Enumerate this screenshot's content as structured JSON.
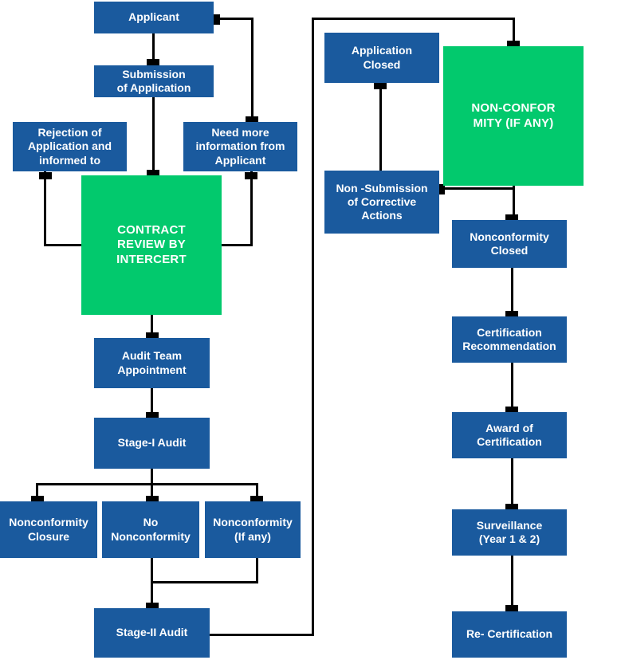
{
  "diagram": {
    "type": "flowchart",
    "colors": {
      "node_blue": "#1a5a9e",
      "node_green": "#02c96d",
      "line_black": "#000000",
      "text_white": "#ffffff",
      "background": "#ffffff"
    },
    "nodes": [
      {
        "id": "applicant",
        "label": "Applicant",
        "color": "blue"
      },
      {
        "id": "submission",
        "label": "Submission\nof Application",
        "color": "blue"
      },
      {
        "id": "rejection",
        "label": "Rejection of\nApplication and\ninformed to",
        "color": "blue"
      },
      {
        "id": "need-more-info",
        "label": "Need more\ninformation from\nApplicant",
        "color": "blue"
      },
      {
        "id": "contract-review",
        "label": "CONTRACT\nREVIEW BY\nINTERCERT",
        "color": "green"
      },
      {
        "id": "audit-team-appointment",
        "label": "Audit Team\nAppointment",
        "color": "blue"
      },
      {
        "id": "stage-1-audit",
        "label": "Stage-I Audit",
        "color": "blue"
      },
      {
        "id": "nonconformity-closure",
        "label": "Nonconformity\nClosure",
        "color": "blue"
      },
      {
        "id": "no-nonconformity",
        "label": "No\nNonconformity",
        "color": "blue"
      },
      {
        "id": "nonconformity-if-any",
        "label": "Nonconformity\n(If any)",
        "color": "blue"
      },
      {
        "id": "stage-2-audit",
        "label": "Stage-II Audit",
        "color": "blue"
      },
      {
        "id": "application-closed",
        "label": "Application\nClosed",
        "color": "blue"
      },
      {
        "id": "non-conformity-if-any-green",
        "label": "NON-CONFOR\nMITY (IF ANY)",
        "color": "green"
      },
      {
        "id": "non-submission",
        "label": "Non -Submission\nof Corrective\nActions",
        "color": "blue"
      },
      {
        "id": "nonconformity-closed",
        "label": "Nonconformity\nClosed",
        "color": "blue"
      },
      {
        "id": "certification-recommendation",
        "label": "Certification\nRecommendation",
        "color": "blue"
      },
      {
        "id": "award-of-certification",
        "label": "Award of\nCertification",
        "color": "blue"
      },
      {
        "id": "surveillance",
        "label": "Surveillance\n(Year 1 & 2)",
        "color": "blue"
      },
      {
        "id": "re-certification",
        "label": "Re- Certification",
        "color": "blue"
      }
    ],
    "edges": [
      {
        "from": "applicant",
        "to": "submission"
      },
      {
        "from": "applicant",
        "to": "need-more-info"
      },
      {
        "from": "submission",
        "to": "contract-review"
      },
      {
        "from": "rejection",
        "to": "contract-review"
      },
      {
        "from": "need-more-info",
        "to": "contract-review"
      },
      {
        "from": "contract-review",
        "to": "audit-team-appointment"
      },
      {
        "from": "audit-team-appointment",
        "to": "stage-1-audit"
      },
      {
        "from": "stage-1-audit",
        "to": "nonconformity-closure"
      },
      {
        "from": "stage-1-audit",
        "to": "no-nonconformity"
      },
      {
        "from": "stage-1-audit",
        "to": "nonconformity-if-any"
      },
      {
        "from": "no-nonconformity",
        "to": "stage-2-audit"
      },
      {
        "from": "nonconformity-if-any",
        "to": "stage-2-audit"
      },
      {
        "from": "stage-2-audit",
        "to": "non-conformity-if-any-green"
      },
      {
        "from": "non-conformity-if-any-green",
        "to": "non-submission"
      },
      {
        "from": "non-submission",
        "to": "application-closed"
      },
      {
        "from": "non-conformity-if-any-green",
        "to": "nonconformity-closed"
      },
      {
        "from": "nonconformity-closed",
        "to": "certification-recommendation"
      },
      {
        "from": "certification-recommendation",
        "to": "award-of-certification"
      },
      {
        "from": "award-of-certification",
        "to": "surveillance"
      },
      {
        "from": "surveillance",
        "to": "re-certification"
      }
    ]
  }
}
